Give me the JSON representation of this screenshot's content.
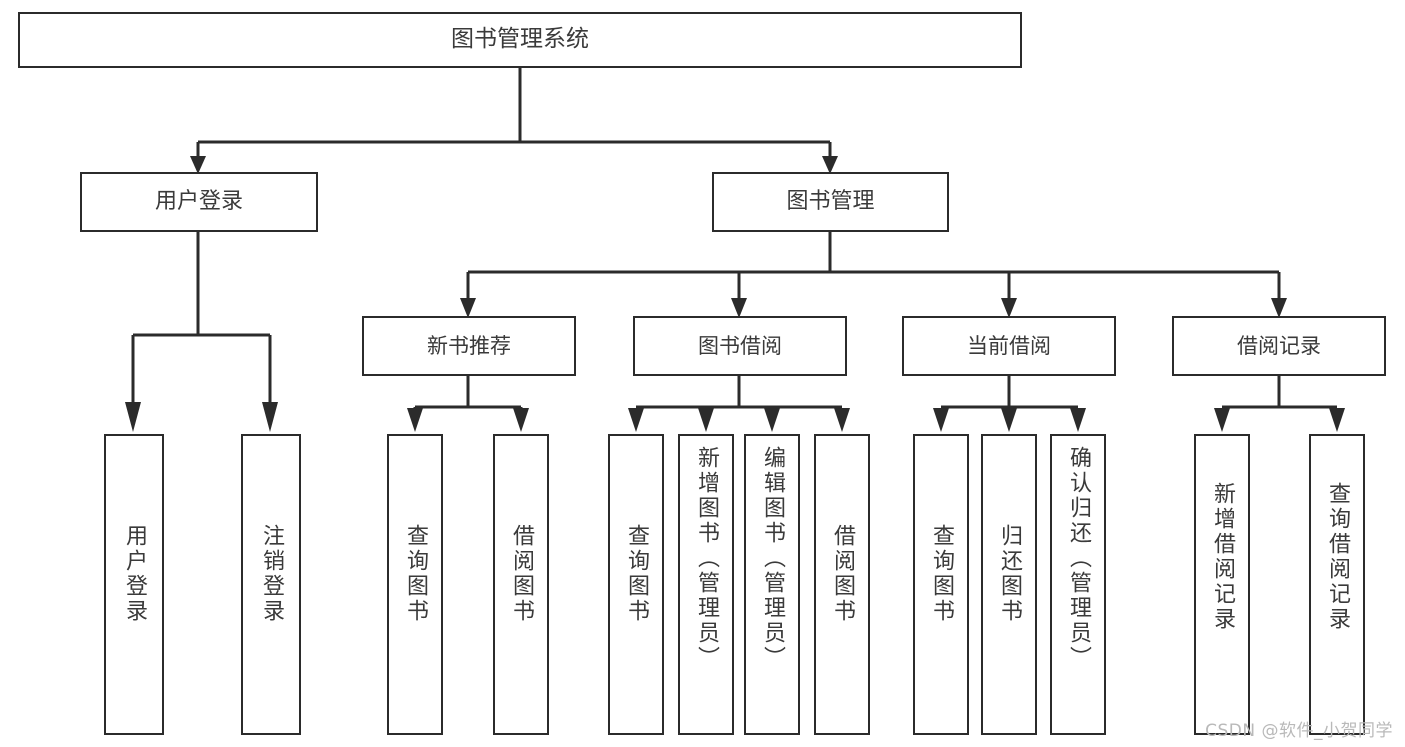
{
  "diagram": {
    "title": "图书管理系统",
    "type": "hierarchy-tree",
    "root": {
      "id": "root",
      "label": "图书管理系统"
    },
    "level2": [
      {
        "id": "user-login",
        "label": "用户登录"
      },
      {
        "id": "book-manage",
        "label": "图书管理"
      }
    ],
    "level3": [
      {
        "id": "new-book-rec",
        "label": "新书推荐",
        "parent": "book-manage"
      },
      {
        "id": "book-borrow",
        "label": "图书借阅",
        "parent": "book-manage"
      },
      {
        "id": "current-borrow",
        "label": "当前借阅",
        "parent": "book-manage"
      },
      {
        "id": "borrow-record",
        "label": "借阅记录",
        "parent": "book-manage"
      }
    ],
    "leaves": [
      {
        "id": "leaf-user-login",
        "label": "用户登录",
        "parent": "user-login"
      },
      {
        "id": "leaf-logout",
        "label": "注销登录",
        "parent": "user-login"
      },
      {
        "id": "leaf-query-book-1",
        "label": "查询图书",
        "parent": "new-book-rec"
      },
      {
        "id": "leaf-borrow-book-1",
        "label": "借阅图书",
        "parent": "new-book-rec"
      },
      {
        "id": "leaf-query-book-2",
        "label": "查询图书",
        "parent": "book-borrow"
      },
      {
        "id": "leaf-add-book",
        "label": "新增图书（管理员）",
        "parent": "book-borrow"
      },
      {
        "id": "leaf-edit-book",
        "label": "编辑图书（管理员）",
        "parent": "book-borrow"
      },
      {
        "id": "leaf-borrow-book-2",
        "label": "借阅图书",
        "parent": "book-borrow"
      },
      {
        "id": "leaf-query-book-3",
        "label": "查询图书",
        "parent": "current-borrow"
      },
      {
        "id": "leaf-return-book",
        "label": "归还图书",
        "parent": "current-borrow"
      },
      {
        "id": "leaf-confirm-return",
        "label": "确认归还（管理员）",
        "parent": "current-borrow"
      },
      {
        "id": "leaf-add-record",
        "label": "新增借阅记录",
        "parent": "borrow-record"
      },
      {
        "id": "leaf-query-record",
        "label": "查询借阅记录",
        "parent": "borrow-record"
      }
    ]
  },
  "watermark": {
    "text": "CSDN @软件_小贺同学"
  },
  "colors": {
    "stroke": "#2b2b2b",
    "text": "#3a3a3a",
    "background": "#ffffff",
    "watermark": "#b9b9b9"
  }
}
